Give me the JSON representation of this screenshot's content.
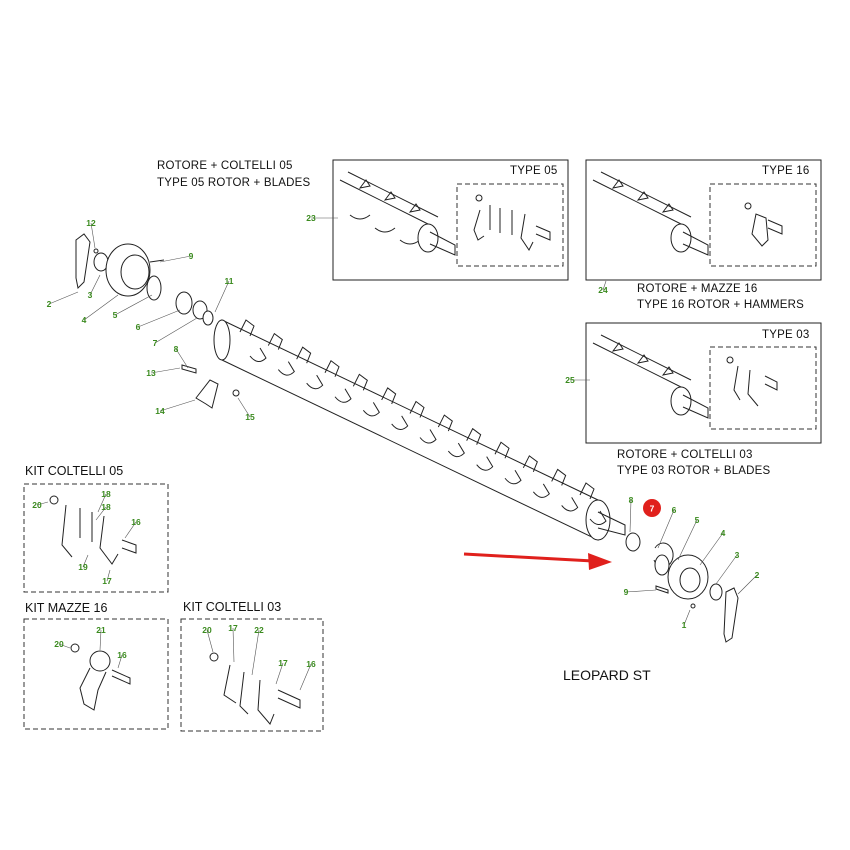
{
  "colors": {
    "callout_green": "#3a8a1e",
    "highlight_red": "#e0201c",
    "line": "#222222"
  },
  "labels": {
    "rotor05_it": "ROTORE + COLTELLI 05",
    "rotor05_en": "TYPE 05 ROTOR + BLADES",
    "rotor16_it": "ROTORE + MAZZE 16",
    "rotor16_en": "TYPE 16 ROTOR + HAMMERS",
    "rotor03_it": "ROTORE + COLTELLI 03",
    "rotor03_en": "TYPE 03 ROTOR + BLADES",
    "type05": "TYPE 05",
    "type16": "TYPE 16",
    "type03": "TYPE 03",
    "kit05": "KIT COLTELLI 05",
    "kit16": "KIT MAZZE 16",
    "kit03": "KIT COLTELLI 03",
    "model": "LEOPARD ST"
  },
  "callouts": {
    "left_hub": [
      "12",
      "9",
      "2",
      "3",
      "4",
      "5",
      "6",
      "7",
      "11",
      "8",
      "13",
      "14",
      "15"
    ],
    "right_hub": [
      "8",
      "7",
      "6",
      "5",
      "4",
      "3",
      "2",
      "9",
      "1"
    ],
    "rotor_refs": [
      "23",
      "24",
      "25"
    ],
    "kit05": [
      "20",
      "18",
      "18",
      "16",
      "19",
      "17"
    ],
    "kit16": [
      "20",
      "21",
      "16"
    ],
    "kit03": [
      "20",
      "17",
      "22",
      "17",
      "16"
    ]
  },
  "highlight": {
    "callout": "7",
    "arrow": "red-arrow-icon"
  }
}
